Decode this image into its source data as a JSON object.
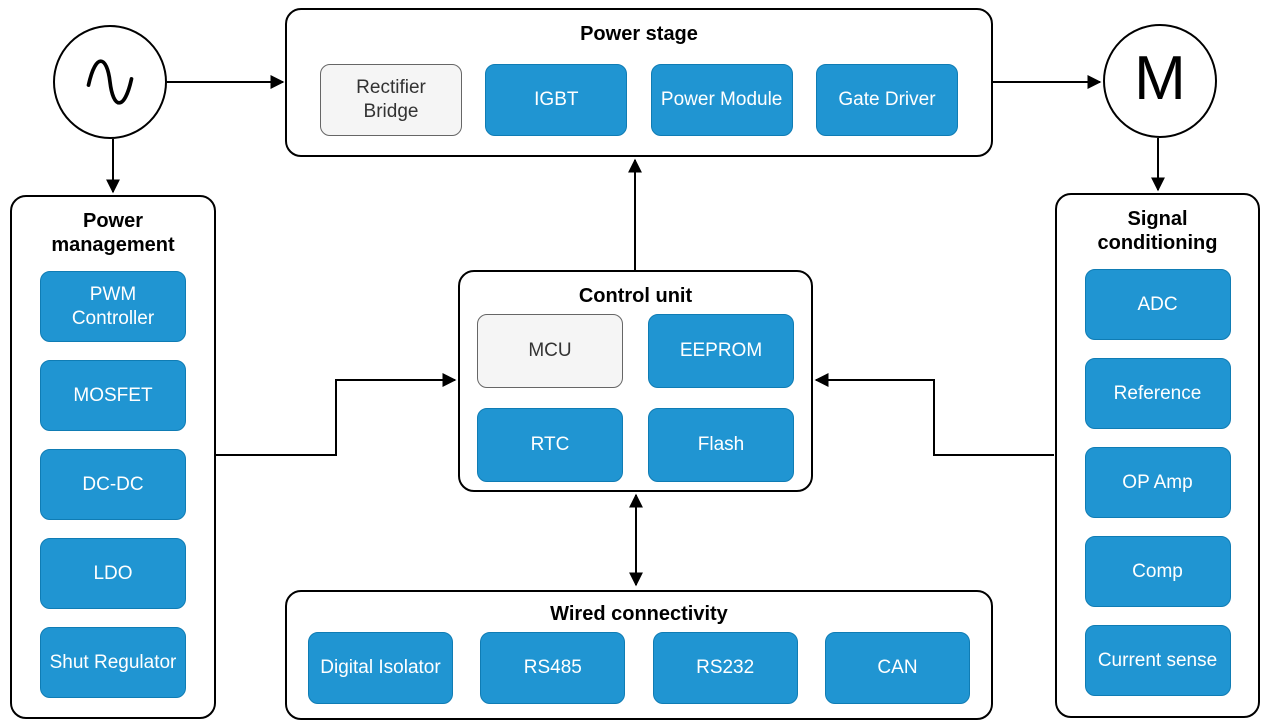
{
  "diagram": {
    "ac_source": {
      "icon": "sine-wave-icon"
    },
    "motor": {
      "label": "M"
    },
    "power_stage": {
      "title": "Power stage",
      "blocks": [
        {
          "label": "Rectifier Bridge",
          "variant": "gray"
        },
        {
          "label": "IGBT",
          "variant": "blue"
        },
        {
          "label": "Power Module",
          "variant": "blue"
        },
        {
          "label": "Gate Driver",
          "variant": "blue"
        }
      ]
    },
    "power_management": {
      "title": "Power management",
      "blocks": [
        {
          "label": "PWM Controller",
          "variant": "blue"
        },
        {
          "label": "MOSFET",
          "variant": "blue"
        },
        {
          "label": "DC-DC",
          "variant": "blue"
        },
        {
          "label": "LDO",
          "variant": "blue"
        },
        {
          "label": "Shut Regulator",
          "variant": "blue"
        }
      ]
    },
    "control_unit": {
      "title": "Control unit",
      "blocks": [
        {
          "label": "MCU",
          "variant": "gray"
        },
        {
          "label": "EEPROM",
          "variant": "blue"
        },
        {
          "label": "RTC",
          "variant": "blue"
        },
        {
          "label": "Flash",
          "variant": "blue"
        }
      ]
    },
    "signal_conditioning": {
      "title": "Signal conditioning",
      "blocks": [
        {
          "label": "ADC",
          "variant": "blue"
        },
        {
          "label": "Reference",
          "variant": "blue"
        },
        {
          "label": "OP Amp",
          "variant": "blue"
        },
        {
          "label": "Comp",
          "variant": "blue"
        },
        {
          "label": "Current sense",
          "variant": "blue"
        }
      ]
    },
    "wired_connectivity": {
      "title": "Wired connectivity",
      "blocks": [
        {
          "label": "Digital Isolator",
          "variant": "blue"
        },
        {
          "label": "RS485",
          "variant": "blue"
        },
        {
          "label": "RS232",
          "variant": "blue"
        },
        {
          "label": "CAN",
          "variant": "blue"
        }
      ]
    },
    "connections": [
      "ac-source to power-stage",
      "ac-source to power-management",
      "power-stage to motor",
      "motor to signal-conditioning",
      "control-unit to power-stage",
      "power-management to control-unit",
      "signal-conditioning to control-unit",
      "control-unit to-and-from wired-connectivity"
    ]
  },
  "colors": {
    "block_blue_fill": "#2095D2",
    "block_blue_border": "#0F7CB4",
    "block_blue_text": "#FFFFFF",
    "block_gray_fill": "#F5F5F5",
    "block_gray_border": "#666666",
    "block_gray_text": "#333333",
    "container_fill": "#FFFFFF",
    "container_border": "#000000",
    "arrow": "#000000"
  }
}
